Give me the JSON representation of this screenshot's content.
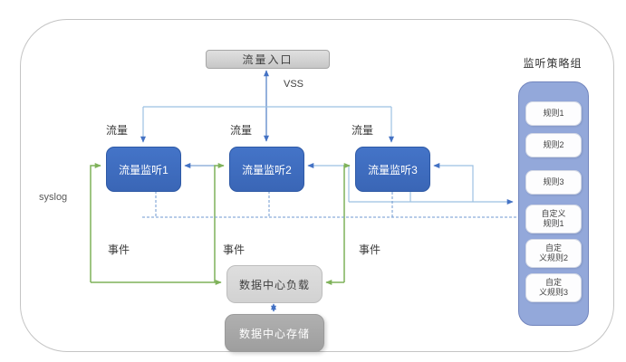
{
  "diagram": {
    "entry_label": "流量入口",
    "vss_label": "VSS",
    "syslog_label": "syslog",
    "traffic_labels": [
      "流量",
      "流量",
      "流量"
    ],
    "monitors": [
      "流量监听1",
      "流量监听2",
      "流量监听3"
    ],
    "event_labels": [
      "事件",
      "事件",
      "事件"
    ],
    "dc_load_label": "数据中心负载",
    "dc_storage_label": "数据中心存储",
    "policy_group": {
      "title": "监听策略组",
      "rules": [
        "规则1",
        "规则2",
        "规则3",
        "自定义\n规则1",
        "自定\n义规则2",
        "自定\n义规则3"
      ]
    },
    "colors": {
      "monitor_blue": "#3e6dbe",
      "arrow_blue": "#4472c4",
      "pale_blue_line": "#9cc0e2",
      "dashed_blue": "#6f9ad0",
      "event_green": "#7fb25a",
      "entry_gray": "#d2d2d2",
      "load_gray": "#d9d9d9",
      "storage_gray": "#a6a6a6",
      "policy_fill": "#93a8da",
      "border_gray": "#c4c4c4"
    }
  }
}
